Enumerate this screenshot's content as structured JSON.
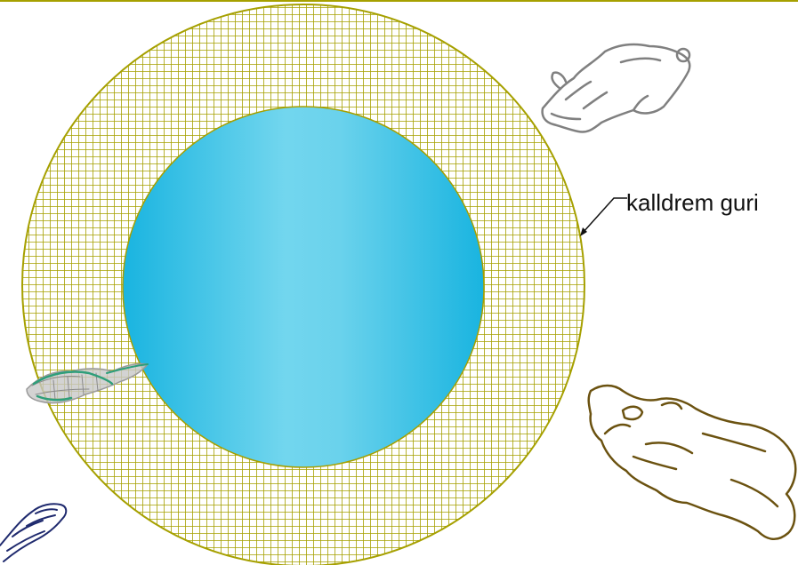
{
  "pool": {
    "ring_label": "kalldrem guri",
    "ring_color": "#a6a000",
    "water_edge_color": "#19b4e0",
    "water_center_color": "#72d6ee"
  },
  "figures": [
    {
      "name": "lying-animal-top-right",
      "stroke": "#808080"
    },
    {
      "name": "lying-animal-bottom-right",
      "stroke": "#6b5210"
    },
    {
      "name": "swimmer-left",
      "stroke": "#2e9e7a"
    },
    {
      "name": "hand-bottom-left",
      "stroke": "#1f2a6e"
    }
  ]
}
